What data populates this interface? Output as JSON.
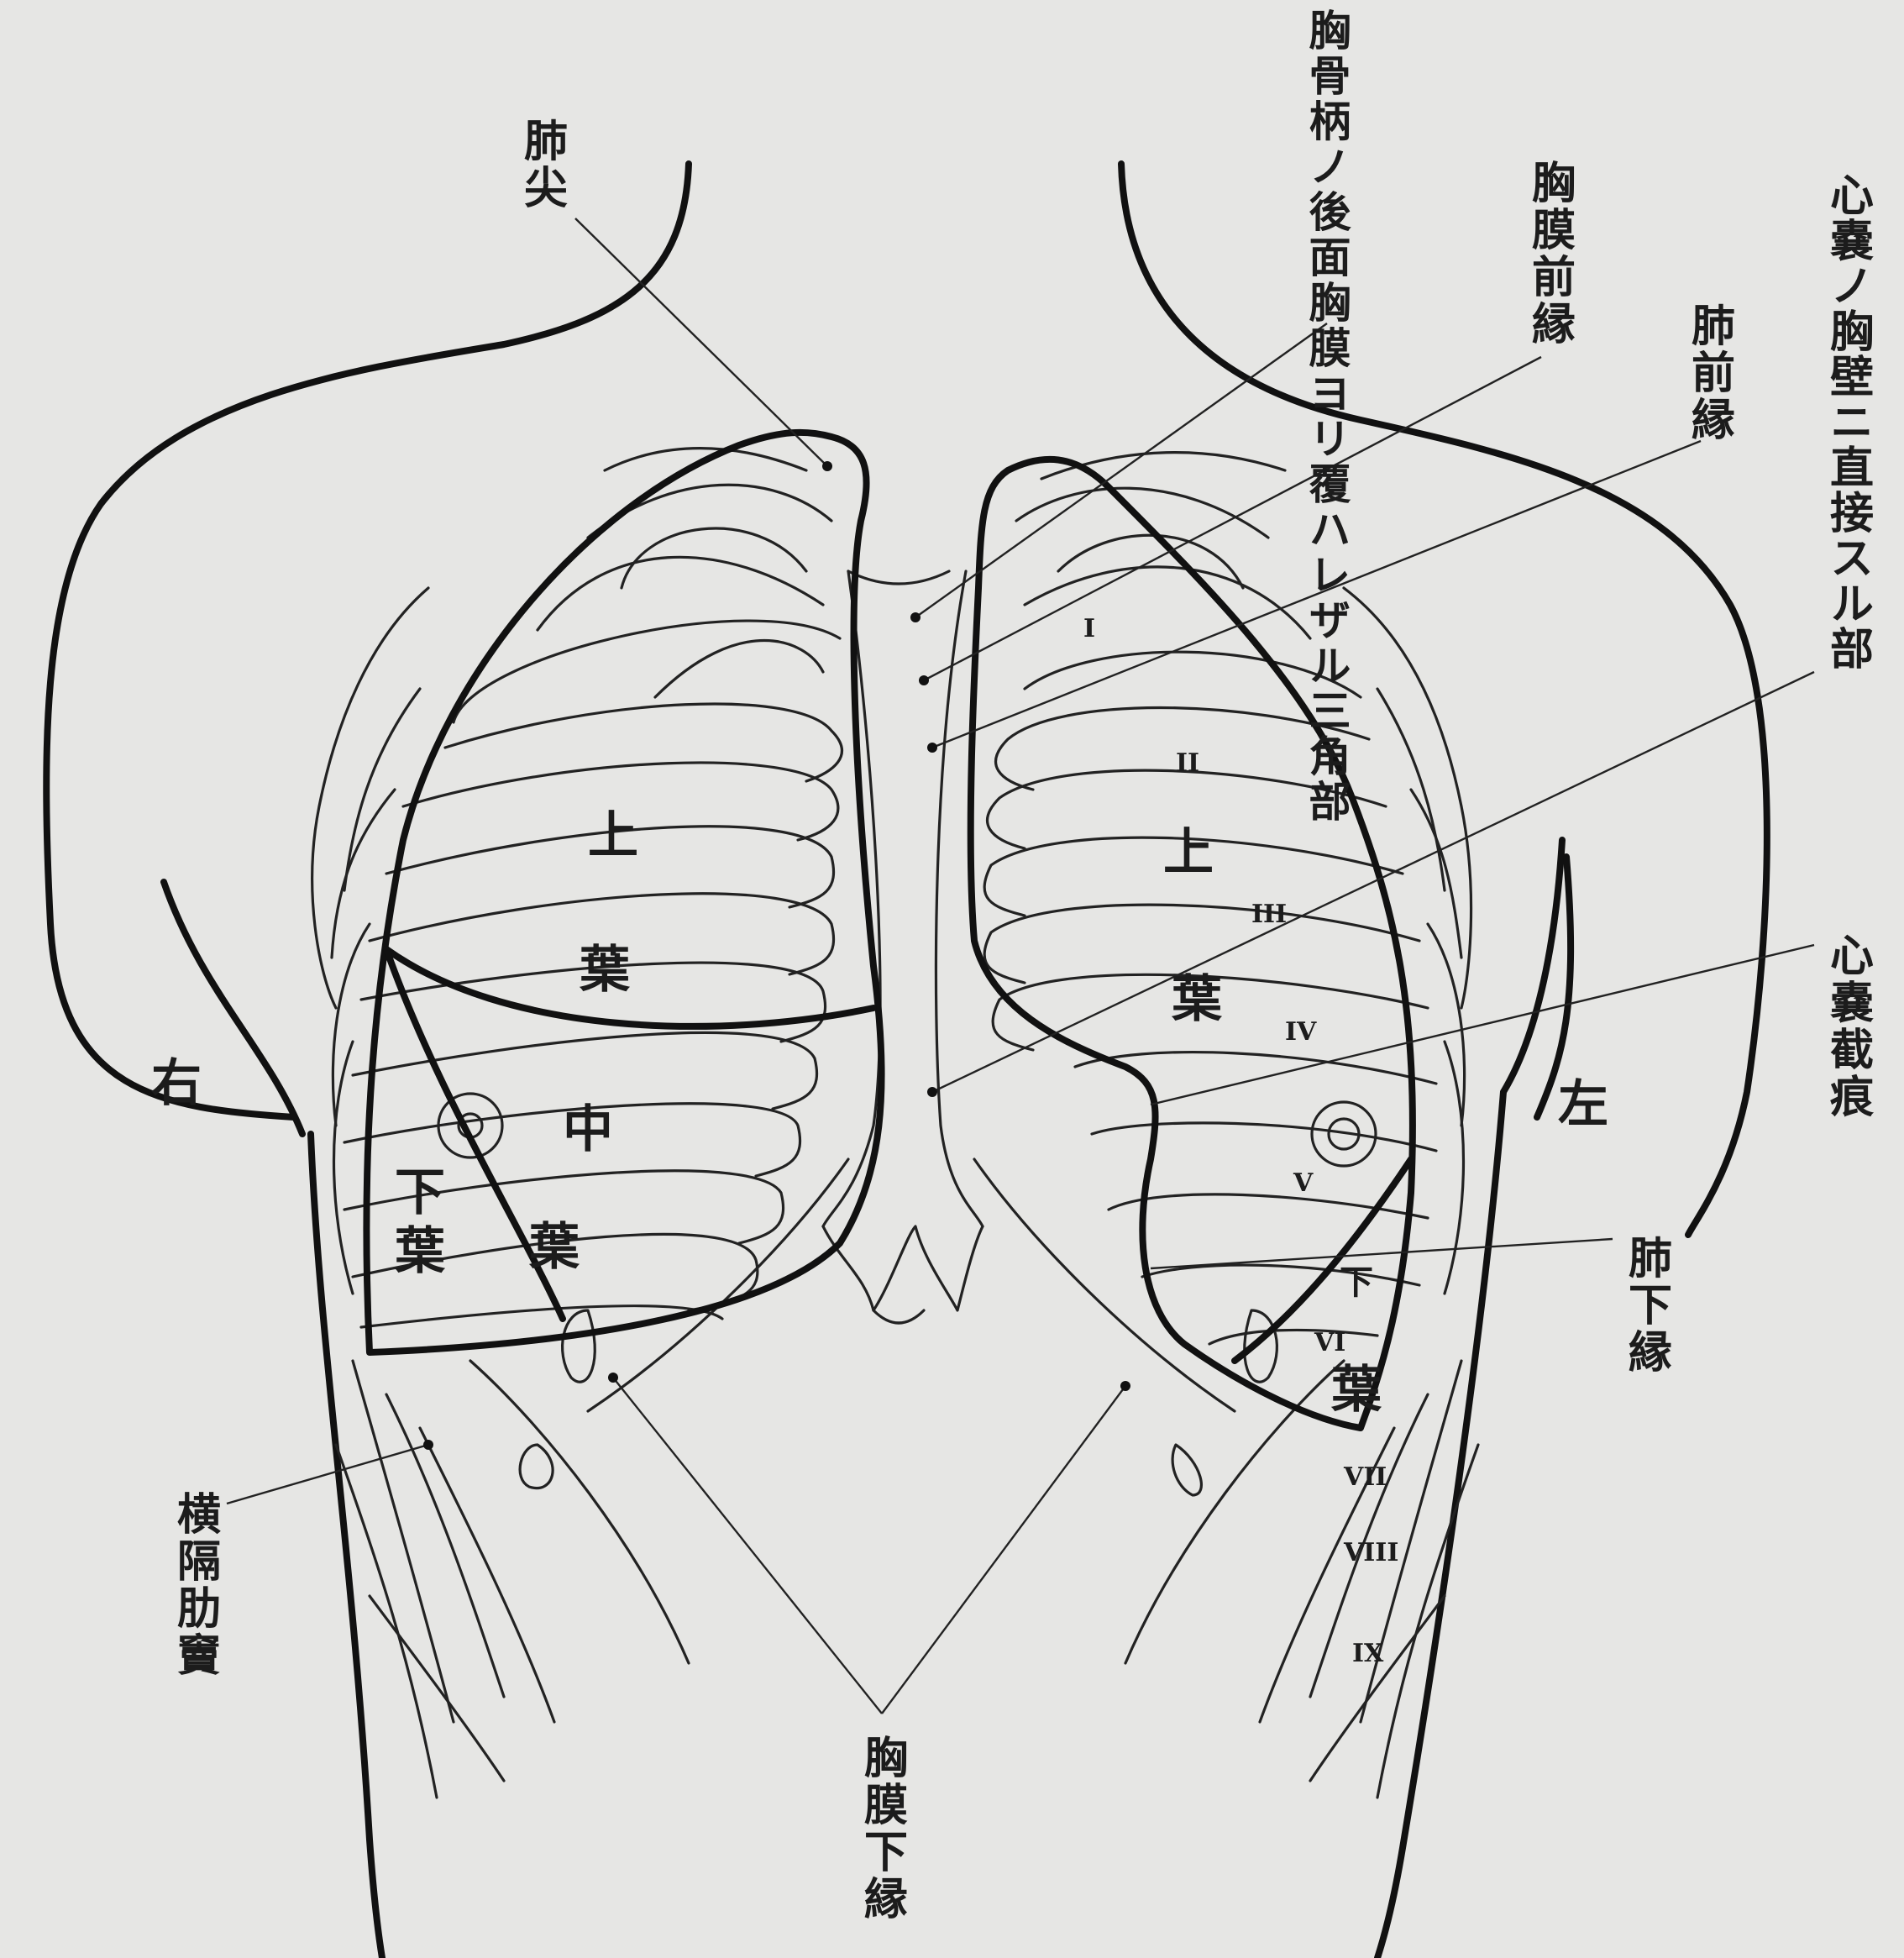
{
  "labels": {
    "apex": "肺尖",
    "retro_manubrial": "胸骨柄ノ後面胸膜ヨリ覆ハレザル三角部",
    "pleura_anterior_border": "胸膜前縁",
    "lung_anterior_border": "肺前縁",
    "pericardium_direct_contact": "心嚢ノ胸壁ニ直接スル部",
    "cardiac_notch": "心嚢截痕",
    "lung_inferior_border": "肺下縁",
    "costodiaphragmatic_recess": "横隔肋竇",
    "pleura_inferior_border": "胸膜下縁",
    "right_side": "右",
    "left_side": "左"
  },
  "lobes": {
    "right_upper_1": "上",
    "right_upper_2": "葉",
    "right_middle_1": "中",
    "right_middle_2": "葉",
    "right_lower_1": "下",
    "right_lower_2": "葉",
    "left_upper_1": "上",
    "left_upper_2": "葉",
    "left_lower_1": "下",
    "left_lower_2": "葉"
  },
  "ribs": [
    "I",
    "II",
    "III",
    "IV",
    "V",
    "VI",
    "VII",
    "VIII",
    "IX"
  ]
}
